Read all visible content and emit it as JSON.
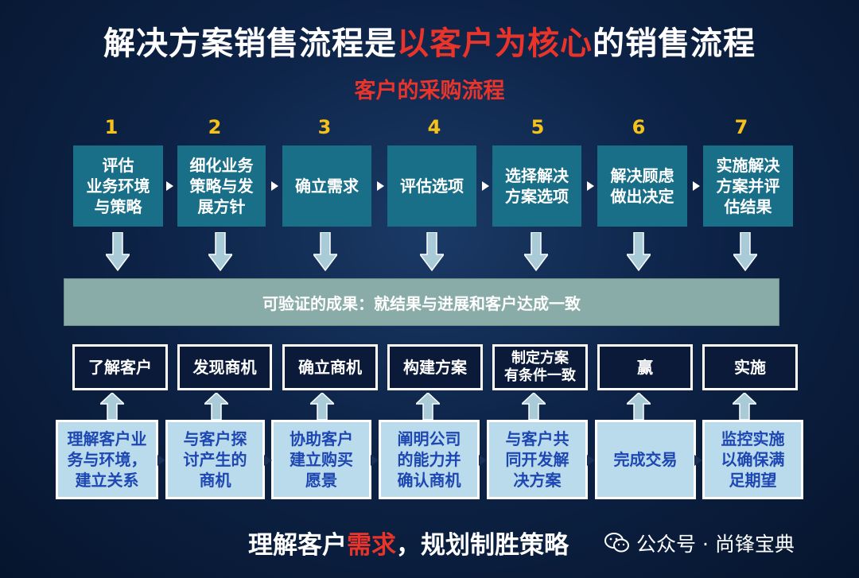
{
  "title": {
    "part1": "解决方案销售流程是",
    "highlight": "以客户为核心",
    "part2": "的销售流程"
  },
  "subtitle": "客户的采购流程",
  "steps": [
    {
      "num": "1",
      "label": "评估\n业务环境\n与策略"
    },
    {
      "num": "2",
      "label": "细化业务\n策略与发\n展方针"
    },
    {
      "num": "3",
      "label": "确立需求"
    },
    {
      "num": "4",
      "label": "评估选项"
    },
    {
      "num": "5",
      "label": "选择解决\n方案选项"
    },
    {
      "num": "6",
      "label": "解决顾虑\n做出决定"
    },
    {
      "num": "7",
      "label": "实施解决\n方案并评\n估结果"
    }
  ],
  "banner": "可验证的成果：就结果与进展和客户达成一致",
  "stages": [
    "了解客户",
    "发现商机",
    "确立商机",
    "构建方案",
    "制定方案\n有条件一致",
    "赢",
    "实施"
  ],
  "actions": [
    "理解客户业\n务与环境，\n建立关系",
    "与客户探\n讨产生的\n商机",
    "协助客户\n建立购买\n愿景",
    "阐明公司\n的能力并\n确认商机",
    "与客户共\n同开发解\n决方案",
    "完成交易",
    "监控实施\n以确保满\n足期望"
  ],
  "bottom": {
    "part1": "理解客户",
    "highlight": "需求",
    "part2": "，规划制胜策略"
  },
  "watermark": "公众号 · 尚锋宝典",
  "colors": {
    "accent_red": "#e8342a",
    "number_yellow": "#f6c21a",
    "step_teal": "#196f87",
    "banner_gray": "#8aaca8",
    "action_light": "#b9dbeb",
    "action_text": "#1e47b3"
  }
}
